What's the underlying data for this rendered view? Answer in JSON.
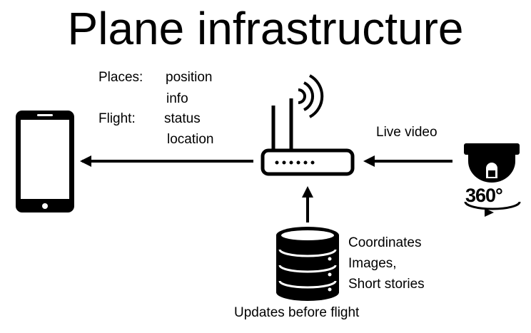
{
  "title": "Plane infrastructure",
  "labels": {
    "places": "Places:",
    "position": "position",
    "info": "info",
    "flight": "Flight:",
    "status": "status",
    "location": "location",
    "live_video": "Live video",
    "coordinates": "Coordinates",
    "images": "Images,",
    "short_stories": "Short stories",
    "updates": "Updates before flight"
  },
  "camera": {
    "badge": "360°"
  },
  "icons": {
    "phone": "smartphone-icon",
    "router": "wifi-router-icon",
    "database": "database-icon",
    "camera": "360-camera-icon"
  },
  "colors": {
    "stroke": "#000000",
    "background": "#ffffff"
  }
}
